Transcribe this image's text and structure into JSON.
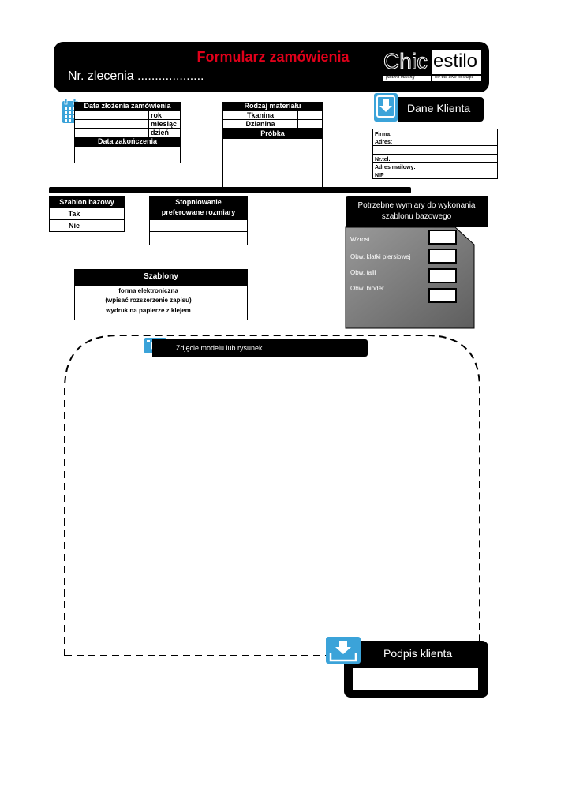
{
  "header": {
    "title": "Formularz zamówienia",
    "order_no": "Nr. zlecenia ...................",
    "logo": {
      "name": "Chicestilo",
      "left": "Chic",
      "right": "estilo",
      "tagline_left": "pattern making",
      "tagline_right": "for the love of shape"
    }
  },
  "order_date": {
    "title": "Data złożenia zamówienia",
    "rows": [
      "rok",
      "miesiąc",
      "dzień"
    ],
    "end_title": "Data zakończenia"
  },
  "material": {
    "title": "Rodzaj materiału",
    "options": [
      "Tkanina",
      "Dzianina"
    ],
    "sample_title": "Próbka"
  },
  "client": {
    "title": "Dane Klienta",
    "fields": [
      "Firma:",
      "Adres:",
      "",
      "Nr.tel.",
      "Adres mailowy:",
      "NIP"
    ]
  },
  "base_pattern": {
    "title": "Szablon bazowy",
    "options": [
      "Tak",
      "Nie"
    ]
  },
  "grading": {
    "title": "Stopniowanie preferowane rozmiary"
  },
  "measurements": {
    "title": "Potrzebne wymiary do wykonania szablonu bazowego",
    "fields": [
      "Wzrost",
      "Obw. klatki piersiowej",
      "Obw. talii",
      "Obw. bioder"
    ]
  },
  "patterns": {
    "title": "Szablony",
    "options": [
      "forma elektroniczna\n(wpisać rozszerzenie zapisu)",
      "wydruk na papierze z klejem"
    ]
  },
  "photo": {
    "title": "Zdjęcie modelu  lub rysunek"
  },
  "signature": {
    "title": "Podpis klienta"
  },
  "colors": {
    "accent_blue": "#3ba3d9",
    "title_red": "#e0001a",
    "panel_grey": "#7a7a7a"
  }
}
